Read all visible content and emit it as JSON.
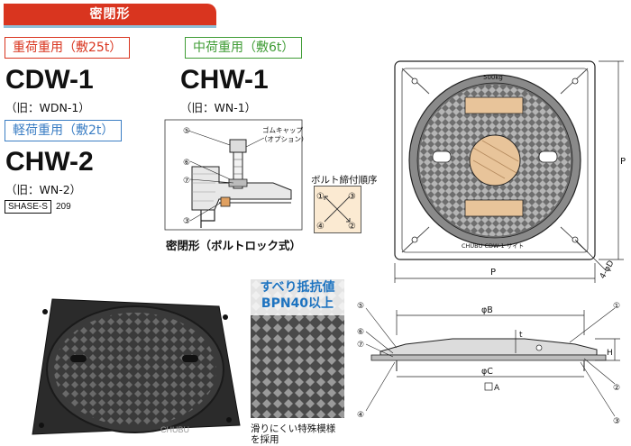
{
  "header": {
    "title": "密閉形"
  },
  "categories": {
    "heavy": "重荷重用（敷25t）",
    "medium": "中荷重用（敷6t）",
    "light": "軽荷重用（敷2t）"
  },
  "models": {
    "cdw1": {
      "name": "CDW-1",
      "old": "（旧：WDN-1）"
    },
    "chw1": {
      "name": "CHW-1",
      "old": "（旧：WN-1）"
    },
    "chw2": {
      "name": "CHW-2",
      "old": "（旧：WN-2）"
    }
  },
  "standard": {
    "badge": "SHASE-S",
    "number": "209"
  },
  "detail": {
    "caption": "密閉形（ボルトロック式）",
    "rubber_cap_line1": "ゴムキャップ",
    "rubber_cap_line2": "（オプション）",
    "bolt_order_title": "ボルト締付順序",
    "callouts": [
      "⑤",
      "⑥",
      "⑦",
      "③"
    ],
    "bolt_order_marks": [
      "①",
      "③",
      "④",
      "②"
    ]
  },
  "plan": {
    "stamp_top": "500kg",
    "stamp_bottom": "CHUBU CDW-1 サイト",
    "dim_p_horizontal": "P",
    "dim_p_vertical": "P",
    "dim_holes": "4-φD"
  },
  "section": {
    "dim_b": "φB",
    "dim_c": "φC",
    "dim_t": "t",
    "dim_h": "H",
    "datum": "A",
    "callouts_left": [
      "⑤",
      "⑥",
      "⑦",
      "④"
    ],
    "callouts_right": [
      "①",
      "②",
      "③"
    ]
  },
  "slip": {
    "title_line1": "すべり抵抗値",
    "title_line2": "BPN40以上",
    "caption_line1": "滑りにくい特殊模様",
    "caption_line2": "を採用"
  },
  "photo": {
    "brand_text": "CHUBU"
  },
  "colors": {
    "header_red": "#d9351f",
    "heavy_red": "#d9351f",
    "medium_green": "#3f9c35",
    "light_blue": "#3b7ec4",
    "slip_blue": "#1d73c0"
  }
}
